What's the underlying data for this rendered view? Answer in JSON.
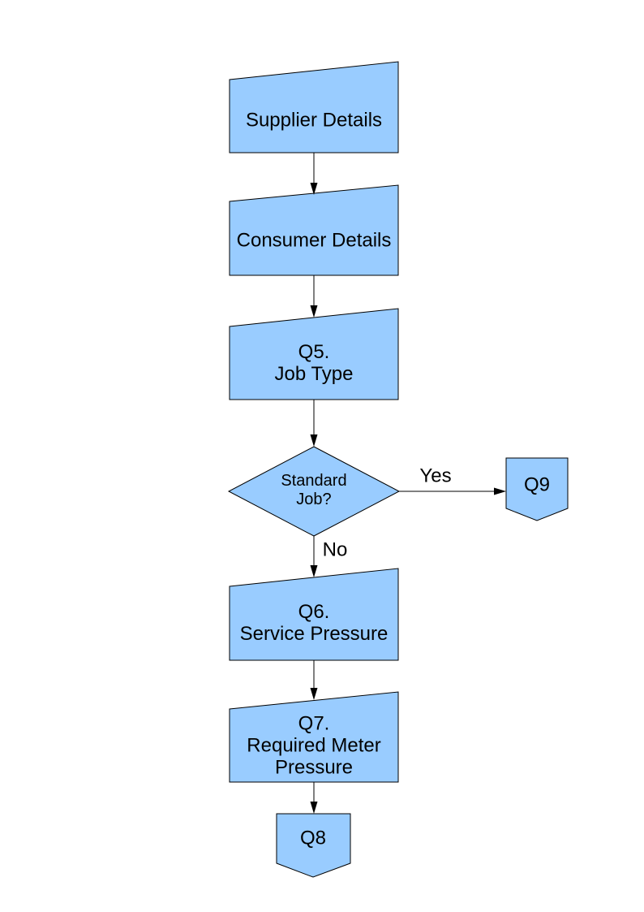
{
  "flowchart": {
    "style": {
      "node_fill": "#99ccff",
      "node_border": "#000000",
      "connector_color": "#000000",
      "background": "#ffffff",
      "text_color": "#000000"
    },
    "nodes": {
      "supplier": {
        "label": "Supplier Details",
        "shape": "manual-input"
      },
      "consumer": {
        "label": "Consumer Details",
        "shape": "manual-input"
      },
      "q5": {
        "label": "Q5.\nJob Type",
        "shape": "manual-input"
      },
      "standard_job": {
        "label": "Standard\nJob?",
        "shape": "decision"
      },
      "q9": {
        "label": "Q9",
        "shape": "off-page-connector"
      },
      "q6": {
        "label": "Q6.\nService Pressure",
        "shape": "manual-input"
      },
      "q7": {
        "label": "Q7.\nRequired Meter\nPressure",
        "shape": "manual-input"
      },
      "q8": {
        "label": "Q8",
        "shape": "off-page-connector"
      }
    },
    "edges": {
      "yes_label": "Yes",
      "no_label": "No"
    }
  }
}
